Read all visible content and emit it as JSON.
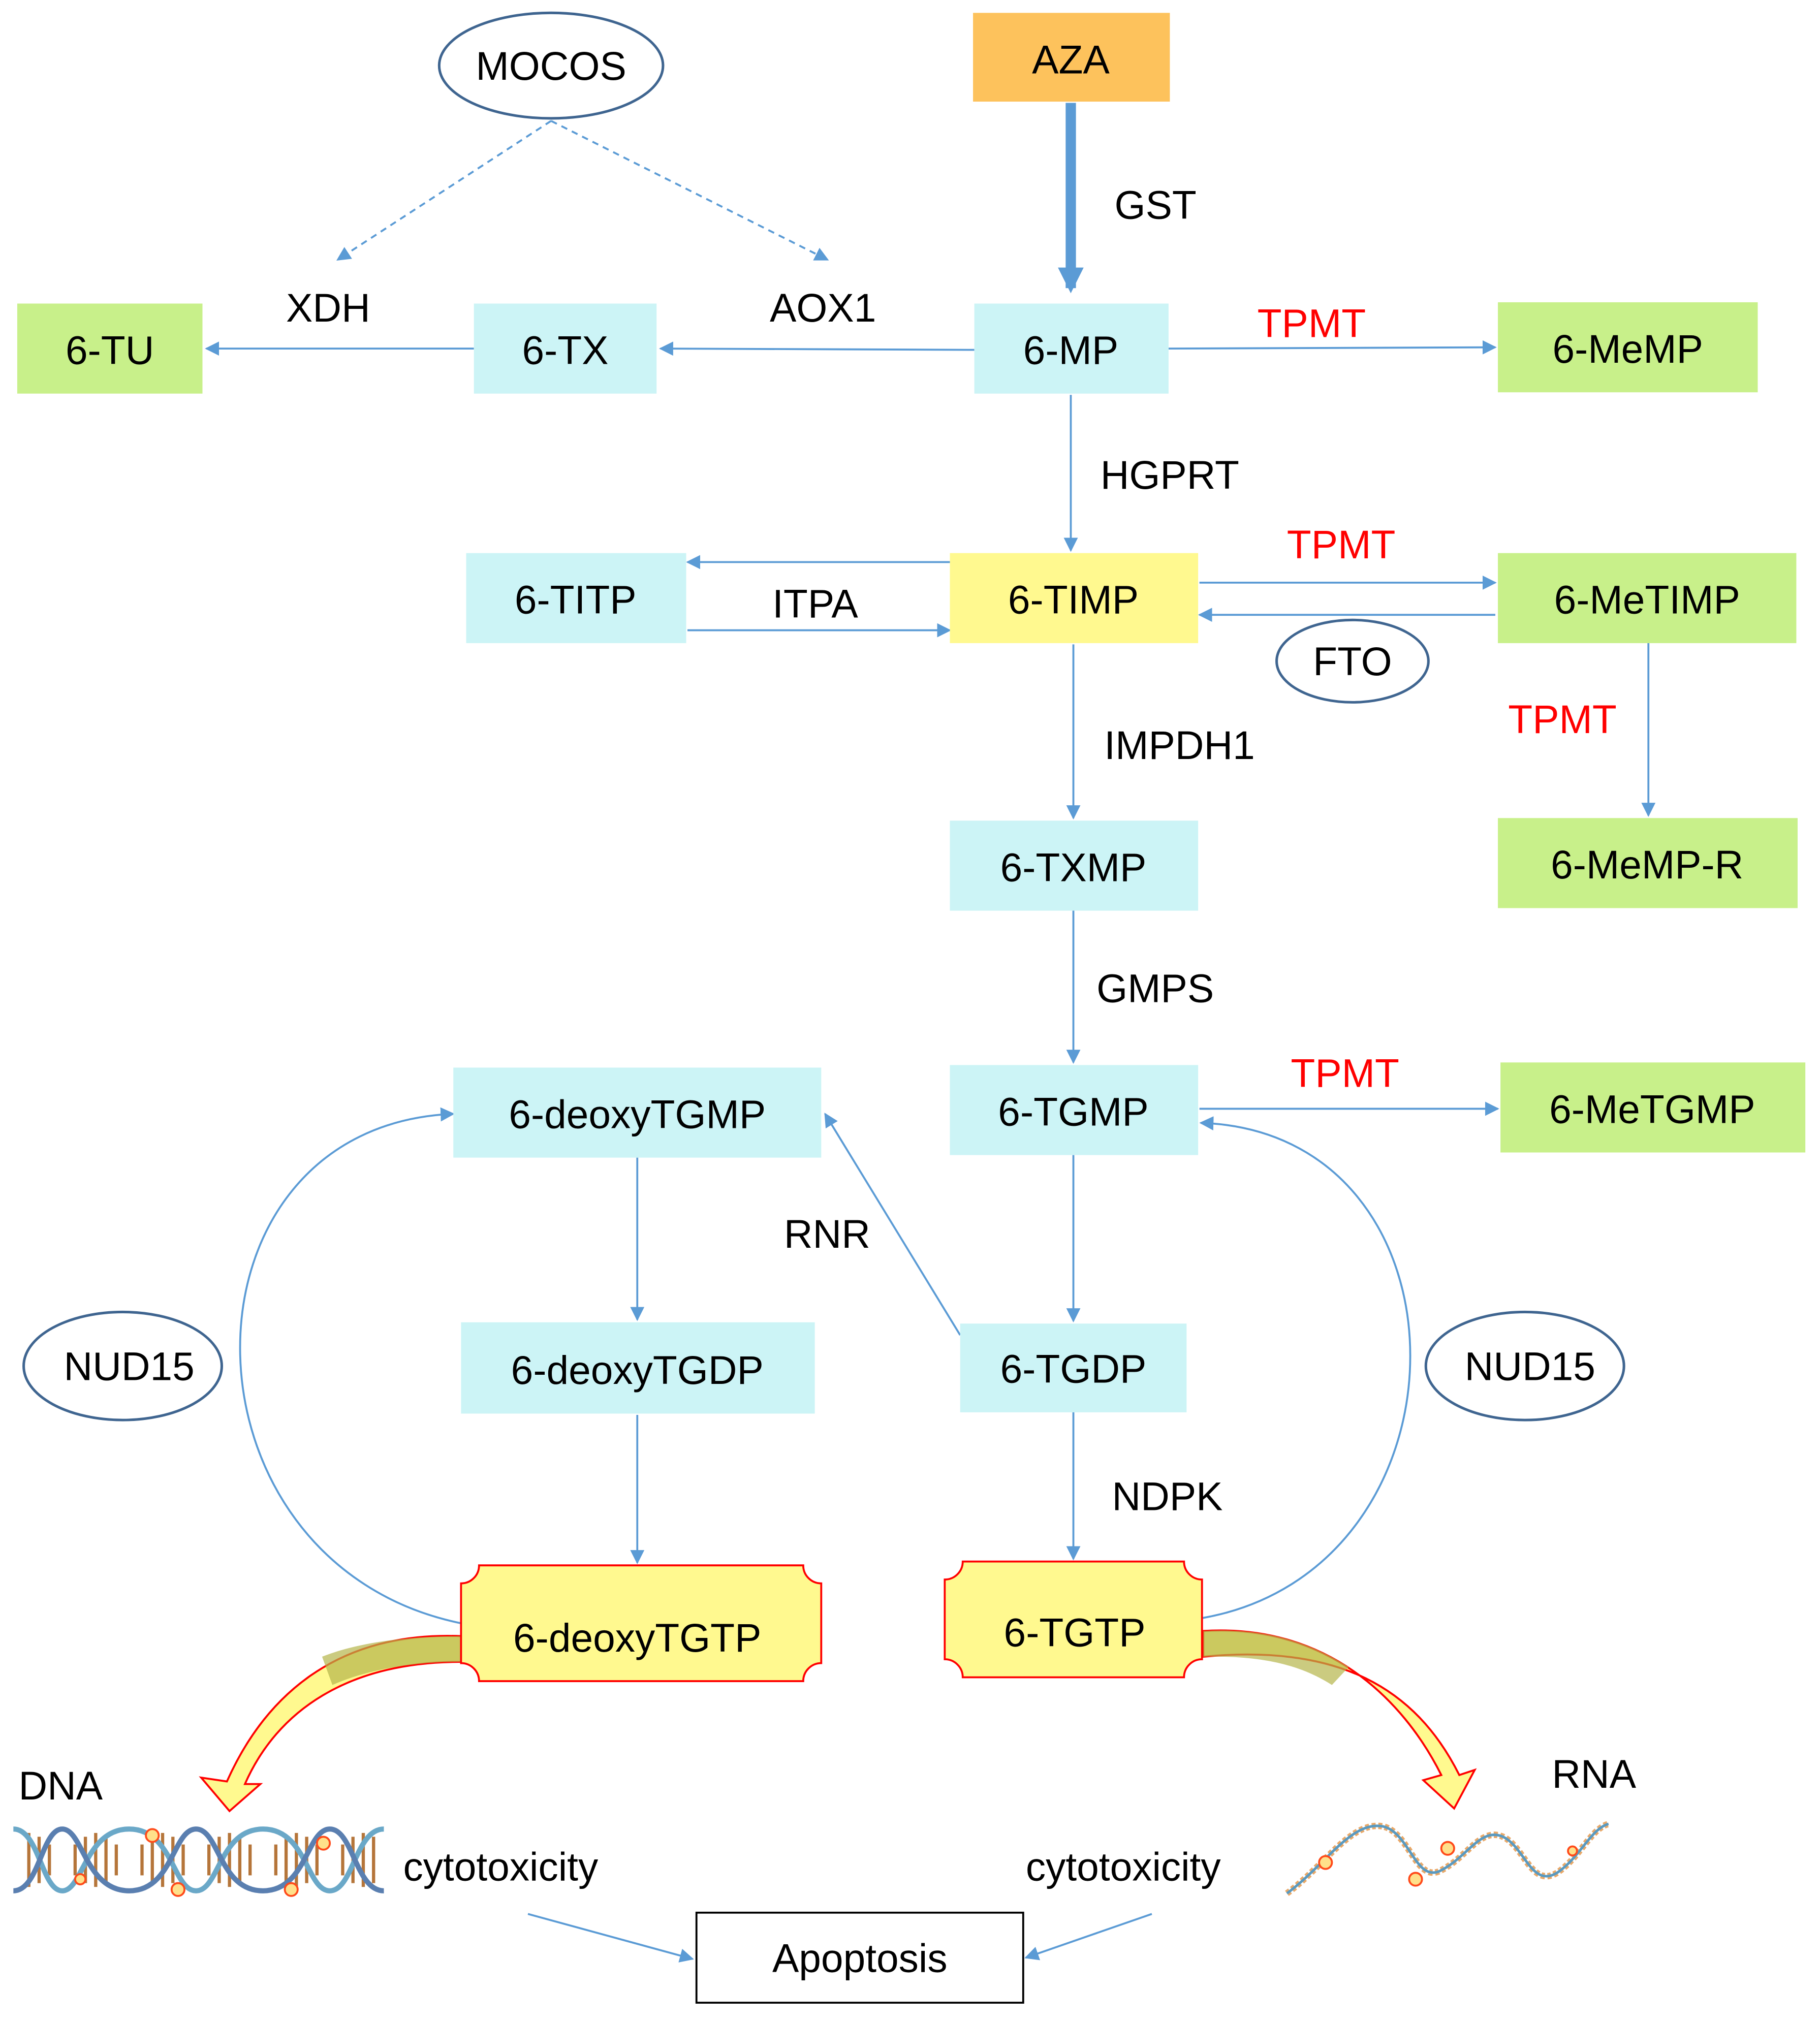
{
  "colors": {
    "cyan": "#ccf4f6",
    "green": "#c8f08a",
    "yellow": "#fff98f",
    "orange": "#fdc25c",
    "arrow": "#5b9bd5",
    "oval_stroke": "#3f6590",
    "red": "#ff0000",
    "black": "#000000",
    "ticket_stroke": "#ff0000"
  },
  "nodes": {
    "aza": "AZA",
    "mp": "6-MP",
    "tx": "6-TX",
    "tu": "6-TU",
    "memp": "6-MeMP",
    "titp": "6-TITP",
    "timp": "6-TIMP",
    "metimp": "6-MeTIMP",
    "mempr": "6-MeMP-R",
    "txmp": "6-TXMP",
    "tgmp": "6-TGMP",
    "metgmp": "6-MeTGMP",
    "deoxytgmp": "6-deoxyTGMP",
    "deoxytgdp": "6-deoxyTGDP",
    "tgdp": "6-TGDP",
    "deoxytgtp": "6-deoxyTGTP",
    "tgtp": "6-TGTP",
    "apoptosis": "Apoptosis"
  },
  "ovals": {
    "mocos": "MOCOS",
    "fto": "FTO",
    "nud15_left": "NUD15",
    "nud15_right": "NUD15"
  },
  "enzymes": {
    "gst": "GST",
    "xdh": "XDH",
    "aox1": "AOX1",
    "tpmt_1": "TPMT",
    "hgprt": "HGPRT",
    "tpmt_2": "TPMT",
    "itpa": "ITPA",
    "tpmt_3": "TPMT",
    "impdh1": "IMPDH1",
    "gmps": "GMPS",
    "tpmt_4": "TPMT",
    "rnr": "RNR",
    "ndpk": "NDPK"
  },
  "labels": {
    "dna": "DNA",
    "rna": "RNA",
    "cytotoxicity_left": "cytotoxicity",
    "cytotoxicity_right": "cytotoxicity"
  }
}
